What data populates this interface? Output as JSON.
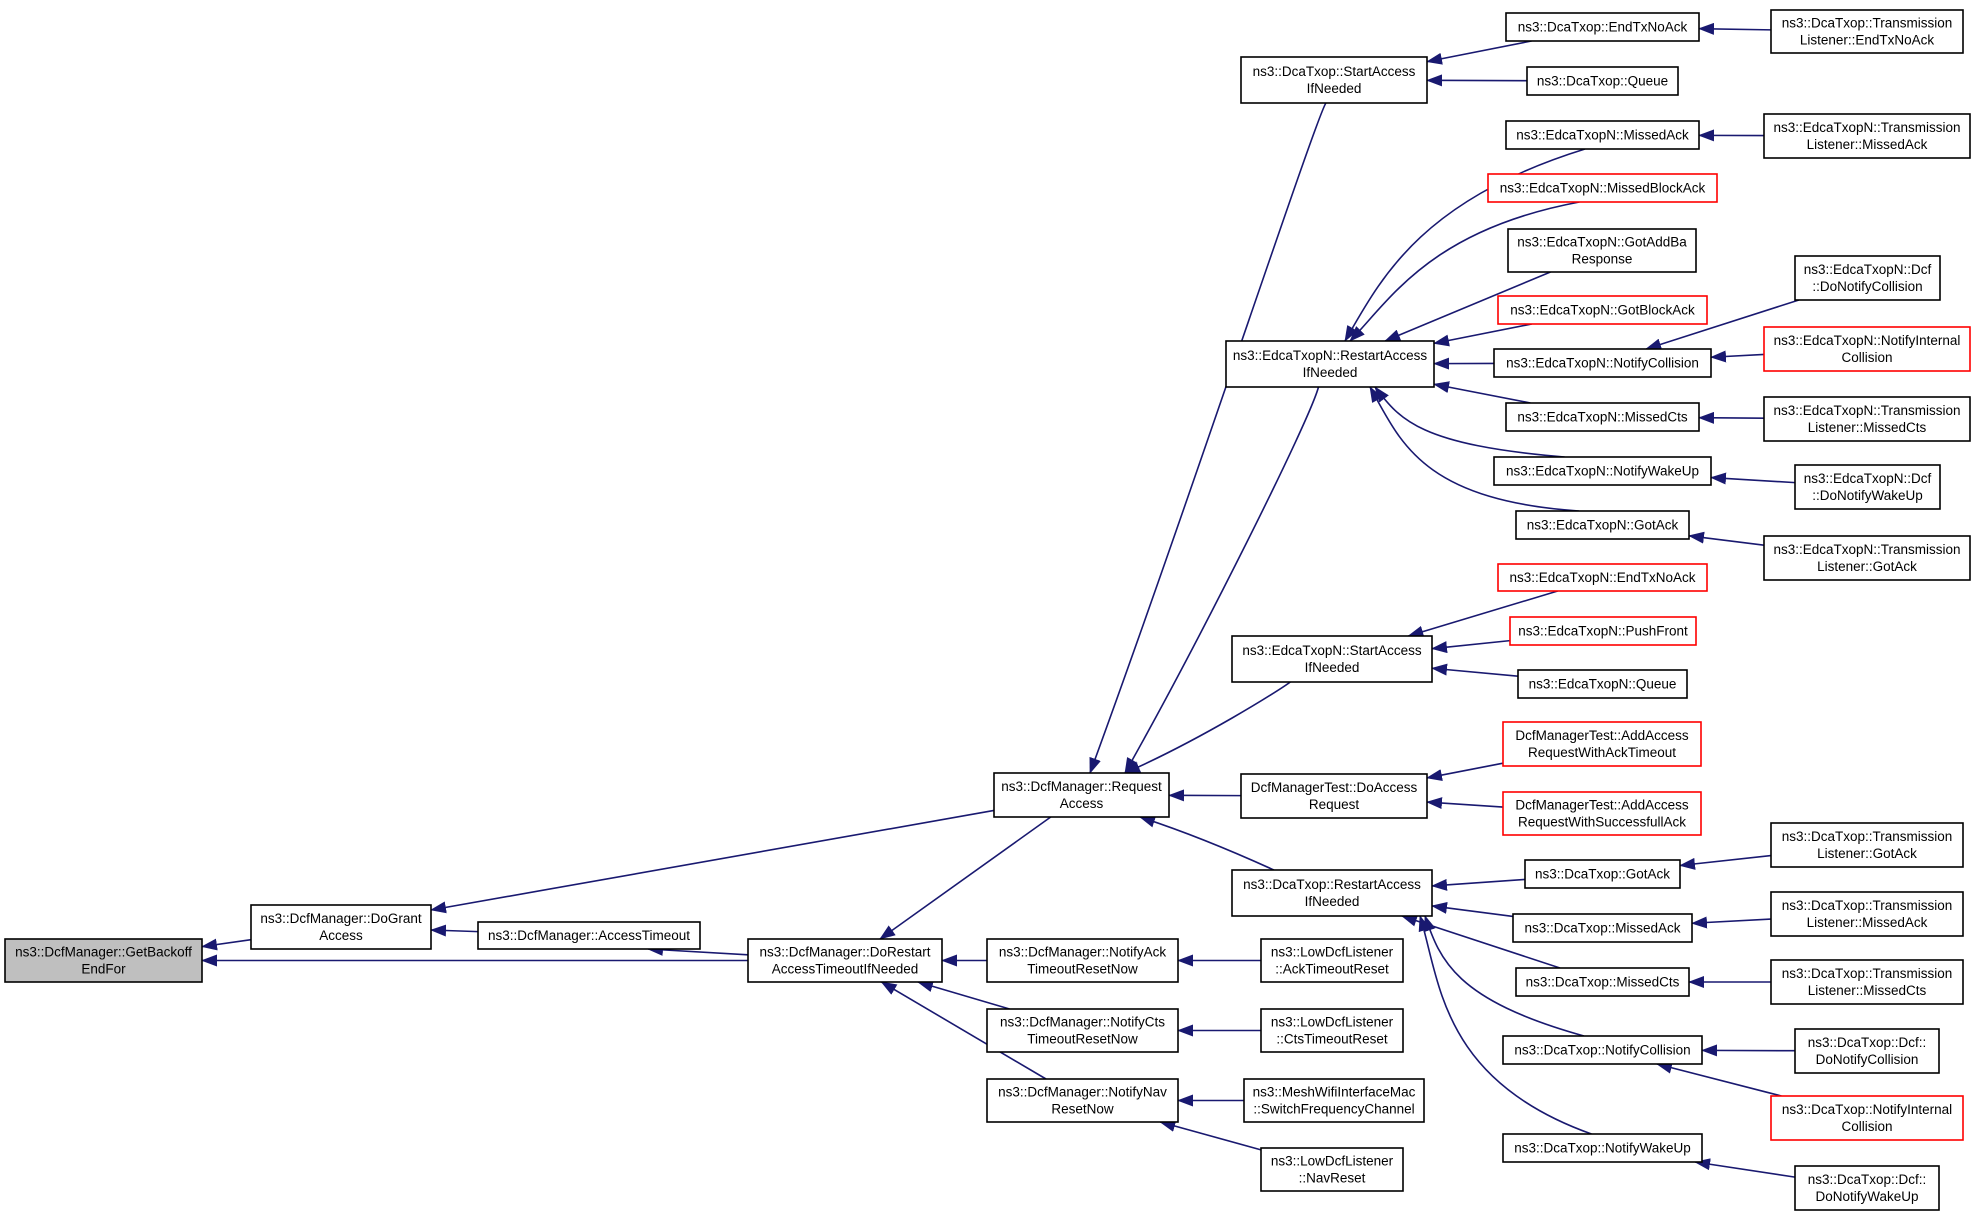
{
  "colors": {
    "edge": "#191970",
    "border_normal": "#000000",
    "border_undocumented": "#ff0000",
    "root_fill": "#bfbfbf",
    "node_fill": "#ffffff"
  },
  "nodes": [
    {
      "id": "getbackoff",
      "lines": [
        "ns3::DcfManager::GetBackoff",
        "EndFor"
      ],
      "style": "root"
    },
    {
      "id": "dogrant",
      "lines": [
        "ns3::DcfManager::DoGrant",
        "Access"
      ],
      "style": "normal"
    },
    {
      "id": "accesstimeout",
      "lines": [
        "ns3::DcfManager::AccessTimeout"
      ],
      "style": "normal"
    },
    {
      "id": "dorestart",
      "lines": [
        "ns3::DcfManager::DoRestart",
        "AccessTimeoutIfNeeded"
      ],
      "style": "normal"
    },
    {
      "id": "requestaccess",
      "lines": [
        "ns3::DcfManager::Request",
        "Access"
      ],
      "style": "normal"
    },
    {
      "id": "notifyack",
      "lines": [
        "ns3::DcfManager::NotifyAck",
        "TimeoutResetNow"
      ],
      "style": "normal"
    },
    {
      "id": "notifycts",
      "lines": [
        "ns3::DcfManager::NotifyCts",
        "TimeoutResetNow"
      ],
      "style": "normal"
    },
    {
      "id": "notifynav",
      "lines": [
        "ns3::DcfManager::NotifyNav",
        "ResetNow"
      ],
      "style": "normal"
    },
    {
      "id": "lowack",
      "lines": [
        "ns3::LowDcfListener",
        "::AckTimeoutReset"
      ],
      "style": "normal"
    },
    {
      "id": "lowcts",
      "lines": [
        "ns3::LowDcfListener",
        "::CtsTimeoutReset"
      ],
      "style": "normal"
    },
    {
      "id": "meshswitch",
      "lines": [
        "ns3::MeshWifiInterfaceMac",
        "::SwitchFrequencyChannel"
      ],
      "style": "normal"
    },
    {
      "id": "lownav",
      "lines": [
        "ns3::LowDcfListener",
        "::NavReset"
      ],
      "style": "normal"
    },
    {
      "id": "dca_start",
      "lines": [
        "ns3::DcaTxop::StartAccess",
        "IfNeeded"
      ],
      "style": "normal"
    },
    {
      "id": "edca_restart",
      "lines": [
        "ns3::EdcaTxopN::RestartAccess",
        "IfNeeded"
      ],
      "style": "normal"
    },
    {
      "id": "edca_start",
      "lines": [
        "ns3::EdcaTxopN::StartAccess",
        "IfNeeded"
      ],
      "style": "normal"
    },
    {
      "id": "test_doaccess",
      "lines": [
        "DcfManagerTest::DoAccess",
        "Request"
      ],
      "style": "normal"
    },
    {
      "id": "dca_restart",
      "lines": [
        "ns3::DcaTxop::RestartAccess",
        "IfNeeded"
      ],
      "style": "normal"
    },
    {
      "id": "dca_endtxnoack",
      "lines": [
        "ns3::DcaTxop::EndTxNoAck"
      ],
      "style": "normal"
    },
    {
      "id": "dca_queue",
      "lines": [
        "ns3::DcaTxop::Queue"
      ],
      "style": "normal"
    },
    {
      "id": "dca_tl_endtxnoack",
      "lines": [
        "ns3::DcaTxop::Transmission",
        "Listener::EndTxNoAck"
      ],
      "style": "normal"
    },
    {
      "id": "edca_missedack",
      "lines": [
        "ns3::EdcaTxopN::MissedAck"
      ],
      "style": "normal"
    },
    {
      "id": "edca_missedblockack",
      "lines": [
        "ns3::EdcaTxopN::MissedBlockAck"
      ],
      "style": "red"
    },
    {
      "id": "edca_gotaddba",
      "lines": [
        "ns3::EdcaTxopN::GotAddBa",
        "Response"
      ],
      "style": "normal"
    },
    {
      "id": "edca_gotblockack",
      "lines": [
        "ns3::EdcaTxopN::GotBlockAck"
      ],
      "style": "red"
    },
    {
      "id": "edca_notifycollision",
      "lines": [
        "ns3::EdcaTxopN::NotifyCollision"
      ],
      "style": "normal"
    },
    {
      "id": "edca_missedcts",
      "lines": [
        "ns3::EdcaTxopN::MissedCts"
      ],
      "style": "normal"
    },
    {
      "id": "edca_notifywakeup",
      "lines": [
        "ns3::EdcaTxopN::NotifyWakeUp"
      ],
      "style": "normal"
    },
    {
      "id": "edca_gotack",
      "lines": [
        "ns3::EdcaTxopN::GotAck"
      ],
      "style": "normal"
    },
    {
      "id": "edca_tl_missedack",
      "lines": [
        "ns3::EdcaTxopN::Transmission",
        "Listener::MissedAck"
      ],
      "style": "normal"
    },
    {
      "id": "edca_dcf_donotifycollision",
      "lines": [
        "ns3::EdcaTxopN::Dcf",
        "::DoNotifyCollision"
      ],
      "style": "normal"
    },
    {
      "id": "edca_notifyinternalcollision",
      "lines": [
        "ns3::EdcaTxopN::NotifyInternal",
        "Collision"
      ],
      "style": "red"
    },
    {
      "id": "edca_tl_missedcts",
      "lines": [
        "ns3::EdcaTxopN::Transmission",
        "Listener::MissedCts"
      ],
      "style": "normal"
    },
    {
      "id": "edca_dcf_donotifywakeup",
      "lines": [
        "ns3::EdcaTxopN::Dcf",
        "::DoNotifyWakeUp"
      ],
      "style": "normal"
    },
    {
      "id": "edca_tl_gotack",
      "lines": [
        "ns3::EdcaTxopN::Transmission",
        "Listener::GotAck"
      ],
      "style": "normal"
    },
    {
      "id": "edca_endtxnoack",
      "lines": [
        "ns3::EdcaTxopN::EndTxNoAck"
      ],
      "style": "red"
    },
    {
      "id": "edca_pushfront",
      "lines": [
        "ns3::EdcaTxopN::PushFront"
      ],
      "style": "red"
    },
    {
      "id": "edca_queue",
      "lines": [
        "ns3::EdcaTxopN::Queue"
      ],
      "style": "normal"
    },
    {
      "id": "test_ackto",
      "lines": [
        "DcfManagerTest::AddAccess",
        "RequestWithAckTimeout"
      ],
      "style": "red"
    },
    {
      "id": "test_successack",
      "lines": [
        "DcfManagerTest::AddAccess",
        "RequestWithSuccessfullAck"
      ],
      "style": "red"
    },
    {
      "id": "dca_gotack",
      "lines": [
        "ns3::DcaTxop::GotAck"
      ],
      "style": "normal"
    },
    {
      "id": "dca_missedack",
      "lines": [
        "ns3::DcaTxop::MissedAck"
      ],
      "style": "normal"
    },
    {
      "id": "dca_missedcts",
      "lines": [
        "ns3::DcaTxop::MissedCts"
      ],
      "style": "normal"
    },
    {
      "id": "dca_notifycollision",
      "lines": [
        "ns3::DcaTxop::NotifyCollision"
      ],
      "style": "normal"
    },
    {
      "id": "dca_notifywakeup",
      "lines": [
        "ns3::DcaTxop::NotifyWakeUp"
      ],
      "style": "normal"
    },
    {
      "id": "dca_tl_gotack",
      "lines": [
        "ns3::DcaTxop::Transmission",
        "Listener::GotAck"
      ],
      "style": "normal"
    },
    {
      "id": "dca_tl_missedack",
      "lines": [
        "ns3::DcaTxop::Transmission",
        "Listener::MissedAck"
      ],
      "style": "normal"
    },
    {
      "id": "dca_tl_missedcts",
      "lines": [
        "ns3::DcaTxop::Transmission",
        "Listener::MissedCts"
      ],
      "style": "normal"
    },
    {
      "id": "dca_dcf_donotifycollision",
      "lines": [
        "ns3::DcaTxop::Dcf::",
        "DoNotifyCollision"
      ],
      "style": "normal"
    },
    {
      "id": "dca_notifyinternalcollision",
      "lines": [
        "ns3::DcaTxop::NotifyInternal",
        "Collision"
      ],
      "style": "red"
    },
    {
      "id": "dca_dcf_donotifywakeup",
      "lines": [
        "ns3::DcaTxop::Dcf::",
        "DoNotifyWakeUp"
      ],
      "style": "normal"
    }
  ],
  "edges": [
    {
      "from": "dogrant",
      "to": "getbackoff"
    },
    {
      "from": "dorestart",
      "to": "getbackoff"
    },
    {
      "from": "accesstimeout",
      "to": "dogrant"
    },
    {
      "from": "requestaccess",
      "to": "dogrant"
    },
    {
      "from": "dorestart",
      "to": "accesstimeout"
    },
    {
      "from": "requestaccess",
      "to": "dorestart"
    },
    {
      "from": "notifyack",
      "to": "dorestart"
    },
    {
      "from": "notifycts",
      "to": "dorestart"
    },
    {
      "from": "notifynav",
      "to": "dorestart"
    },
    {
      "from": "lowack",
      "to": "notifyack"
    },
    {
      "from": "lowcts",
      "to": "notifycts"
    },
    {
      "from": "meshswitch",
      "to": "notifynav"
    },
    {
      "from": "lownav",
      "to": "notifynav"
    },
    {
      "from": "dca_start",
      "to": "requestaccess"
    },
    {
      "from": "edca_restart",
      "to": "requestaccess"
    },
    {
      "from": "edca_start",
      "to": "requestaccess"
    },
    {
      "from": "test_doaccess",
      "to": "requestaccess"
    },
    {
      "from": "dca_restart",
      "to": "requestaccess"
    },
    {
      "from": "dca_endtxnoack",
      "to": "dca_start"
    },
    {
      "from": "dca_queue",
      "to": "dca_start"
    },
    {
      "from": "dca_tl_endtxnoack",
      "to": "dca_endtxnoack"
    },
    {
      "from": "edca_missedack",
      "to": "edca_restart"
    },
    {
      "from": "edca_missedblockack",
      "to": "edca_restart"
    },
    {
      "from": "edca_gotaddba",
      "to": "edca_restart"
    },
    {
      "from": "edca_gotblockack",
      "to": "edca_restart"
    },
    {
      "from": "edca_notifycollision",
      "to": "edca_restart"
    },
    {
      "from": "edca_missedcts",
      "to": "edca_restart"
    },
    {
      "from": "edca_notifywakeup",
      "to": "edca_restart"
    },
    {
      "from": "edca_gotack",
      "to": "edca_restart"
    },
    {
      "from": "edca_tl_missedack",
      "to": "edca_missedack"
    },
    {
      "from": "edca_dcf_donotifycollision",
      "to": "edca_notifycollision"
    },
    {
      "from": "edca_notifyinternalcollision",
      "to": "edca_notifycollision"
    },
    {
      "from": "edca_tl_missedcts",
      "to": "edca_missedcts"
    },
    {
      "from": "edca_dcf_donotifywakeup",
      "to": "edca_notifywakeup"
    },
    {
      "from": "edca_tl_gotack",
      "to": "edca_gotack"
    },
    {
      "from": "edca_endtxnoack",
      "to": "edca_start"
    },
    {
      "from": "edca_pushfront",
      "to": "edca_start"
    },
    {
      "from": "edca_queue",
      "to": "edca_start"
    },
    {
      "from": "test_ackto",
      "to": "test_doaccess"
    },
    {
      "from": "test_successack",
      "to": "test_doaccess"
    },
    {
      "from": "dca_gotack",
      "to": "dca_restart"
    },
    {
      "from": "dca_missedack",
      "to": "dca_restart"
    },
    {
      "from": "dca_missedcts",
      "to": "dca_restart"
    },
    {
      "from": "dca_notifycollision",
      "to": "dca_restart"
    },
    {
      "from": "dca_notifywakeup",
      "to": "dca_restart"
    },
    {
      "from": "dca_tl_gotack",
      "to": "dca_gotack"
    },
    {
      "from": "dca_tl_missedack",
      "to": "dca_missedack"
    },
    {
      "from": "dca_tl_missedcts",
      "to": "dca_missedcts"
    },
    {
      "from": "dca_dcf_donotifycollision",
      "to": "dca_notifycollision"
    },
    {
      "from": "dca_notifyinternalcollision",
      "to": "dca_notifycollision"
    },
    {
      "from": "dca_dcf_donotifywakeup",
      "to": "dca_notifywakeup"
    }
  ]
}
